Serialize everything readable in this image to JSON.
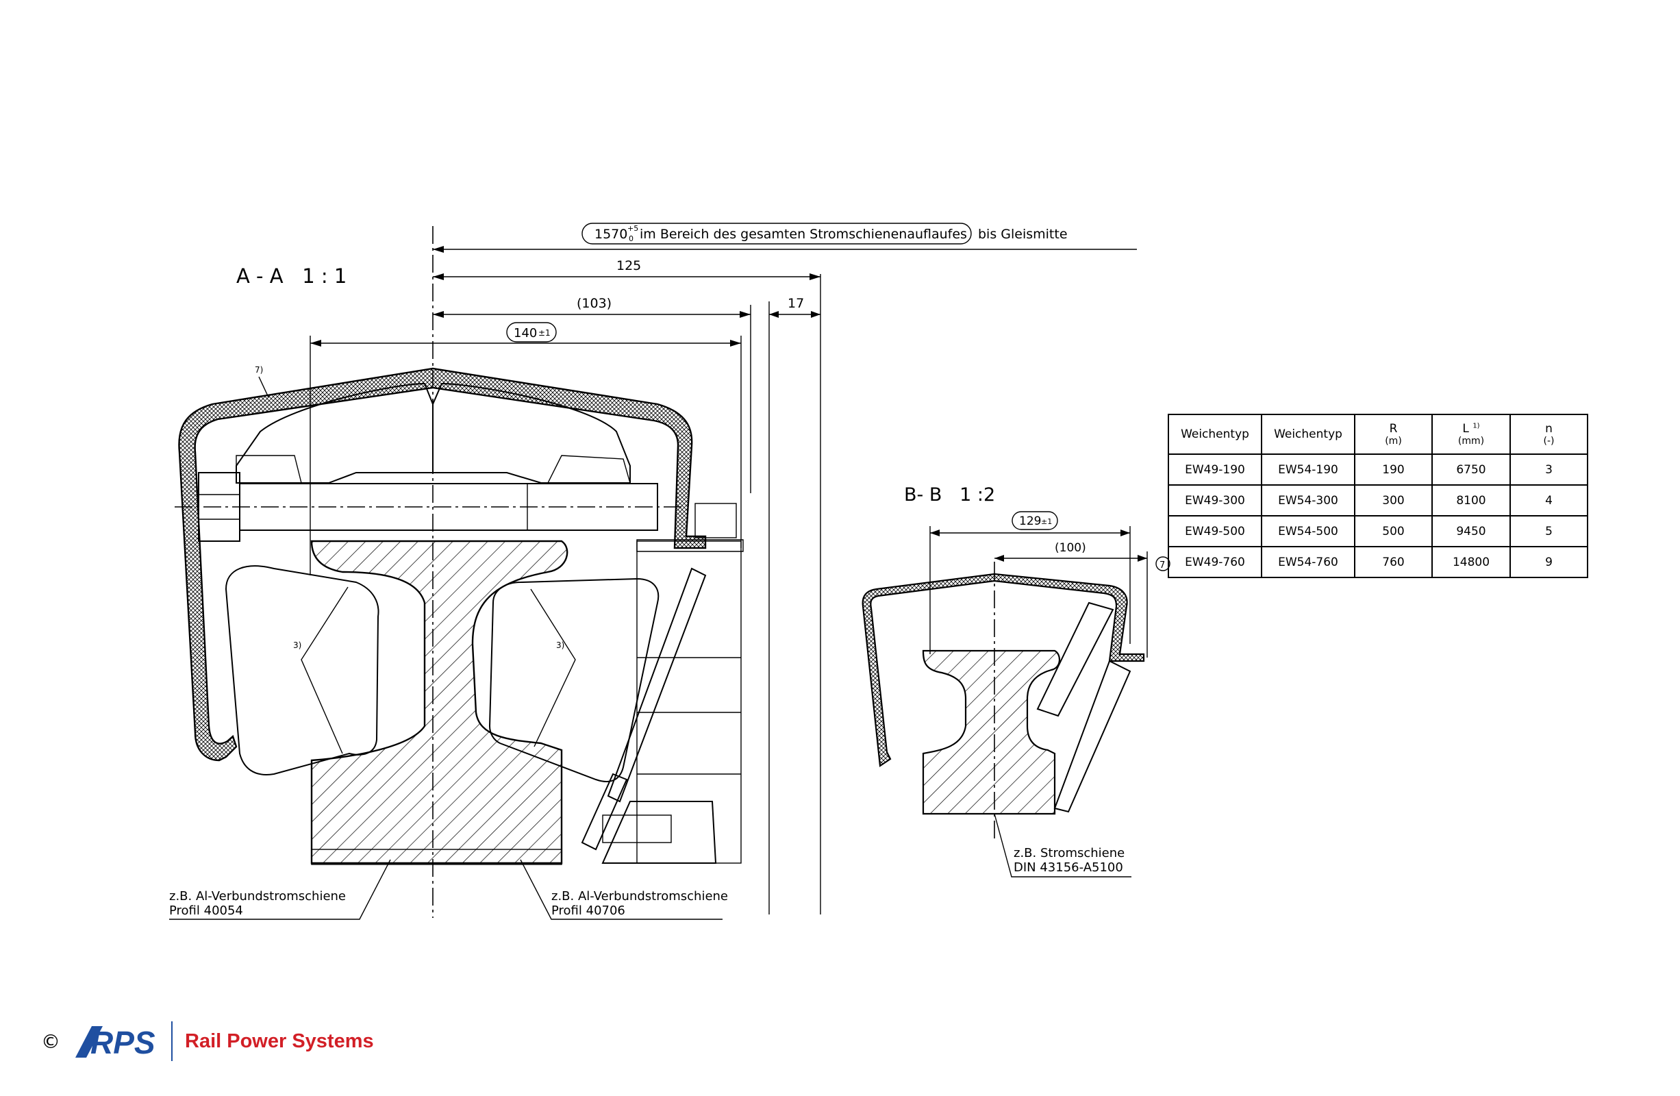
{
  "section_aa": {
    "title": "A - A   1 : 1",
    "dim_track_text": "im Bereich des gesamten Stromschienenauflaufes",
    "dim_track_value": "1570",
    "dim_track_tol_upper": "+5",
    "dim_track_tol_lower": "0",
    "dim_track_suffix": "bis Gleismitte",
    "dim_125": "125",
    "dim_103": "(103)",
    "dim_17": "17",
    "dim_140": "140",
    "dim_140_tol": "±1",
    "ref_7": "7)",
    "ref_3_left": "3)",
    "ref_3_right": "3)",
    "label_left_line1": "z.B. Al-Verbundstromschiene",
    "label_left_line2": "Profil 40054",
    "label_right_line1": "z.B. Al-Verbundstromschiene",
    "label_right_line2": "Profil 40706"
  },
  "section_bb": {
    "title": "B- B   1 :2",
    "dim_129": "129",
    "dim_129_tol": "±1",
    "dim_100": "(100)",
    "ref_7": "7",
    "label_line1": "z.B. Stromschiene",
    "label_line2": "DIN 43156-A5100"
  },
  "table": {
    "headers": [
      {
        "main": "Weichentyp",
        "sub": ""
      },
      {
        "main": "Weichentyp",
        "sub": ""
      },
      {
        "main": "R",
        "sub": "(m)"
      },
      {
        "main": "L",
        "sup": "1)",
        "sub": "(mm)"
      },
      {
        "main": "n",
        "sub": "(-)"
      }
    ],
    "rows": [
      [
        "EW49-190",
        "EW54-190",
        "190",
        "6750",
        "3"
      ],
      [
        "EW49-300",
        "EW54-300",
        "300",
        "8100",
        "4"
      ],
      [
        "EW49-500",
        "EW54-500",
        "500",
        "9450",
        "5"
      ],
      [
        "EW49-760",
        "EW54-760",
        "760",
        "14800",
        "9"
      ]
    ]
  },
  "footer": {
    "copyright": "©",
    "logo_text": "RPS",
    "brand": "Rail Power Systems",
    "logo_color": "#1f4fa0",
    "brand_color": "#d21f26"
  }
}
